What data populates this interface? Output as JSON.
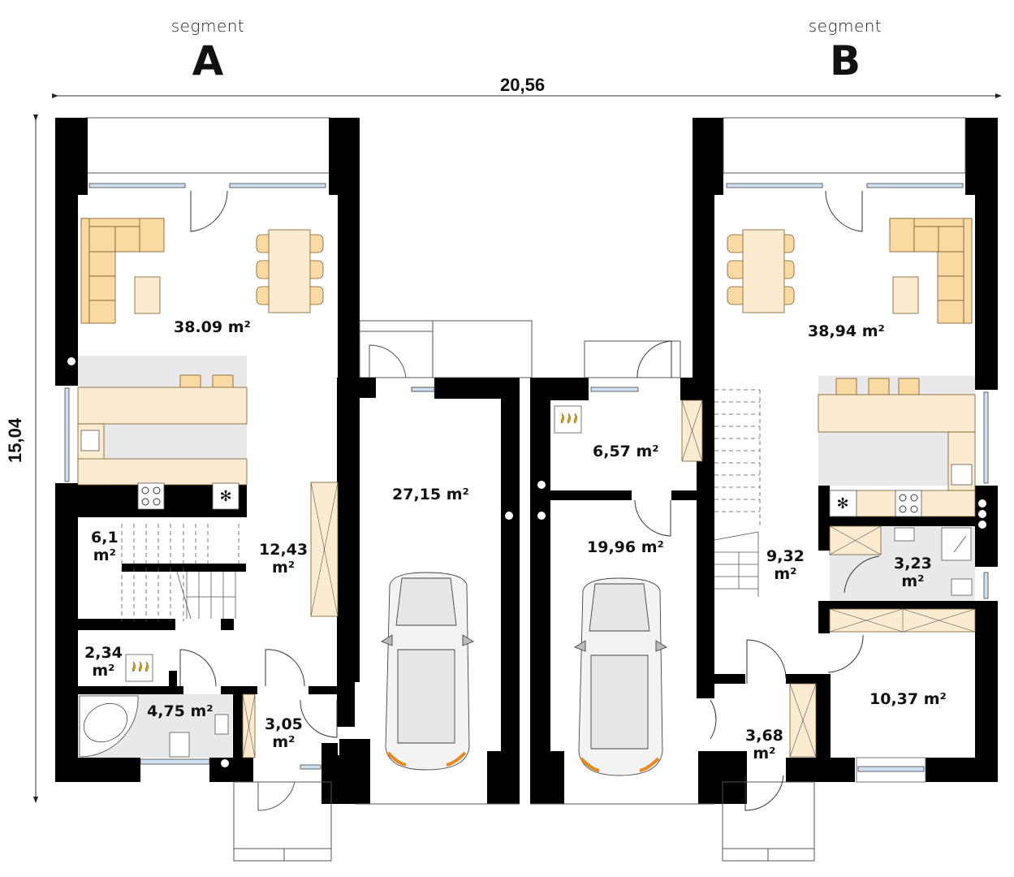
{
  "segments": [
    {
      "word": "segment",
      "letter": "A"
    },
    {
      "word": "segment",
      "letter": "B"
    }
  ],
  "dimensions": {
    "width": "20,56",
    "depth": "15,04"
  },
  "colors": {
    "wall": "#000000",
    "furniture": "#fbd9a3",
    "furniture_light": "#fdebd1",
    "floor_grey": "#e9e9e9",
    "glass": "#cfe0f2",
    "car_body": "#e6e6e6",
    "car_light": "#e8891f",
    "heater": "#e3a20f"
  },
  "rooms": {
    "a_living": {
      "area": "38.09 m²"
    },
    "a_stairs": {
      "line1": "6,1",
      "line2": "m²"
    },
    "a_hall": {
      "line1": "12,43",
      "line2": "m²"
    },
    "a_boiler": {
      "line1": "2,34",
      "line2": "m²"
    },
    "a_bath": {
      "area": "4,75 m²"
    },
    "a_vestibule": {
      "line1": "3,05",
      "line2": "m²"
    },
    "a_garage": {
      "area": "27,15 m²"
    },
    "b_boiler": {
      "area": "6,57 m²"
    },
    "b_garage": {
      "area": "19,96 m²"
    },
    "b_living": {
      "area": "38,94 m²"
    },
    "b_hall": {
      "line1": "9,32",
      "line2": "m²"
    },
    "b_bath": {
      "line1": "3,23",
      "line2": "m²"
    },
    "b_vestibule": {
      "line1": "3,68",
      "line2": "m²"
    },
    "b_room": {
      "area": "10,37 m²"
    }
  }
}
